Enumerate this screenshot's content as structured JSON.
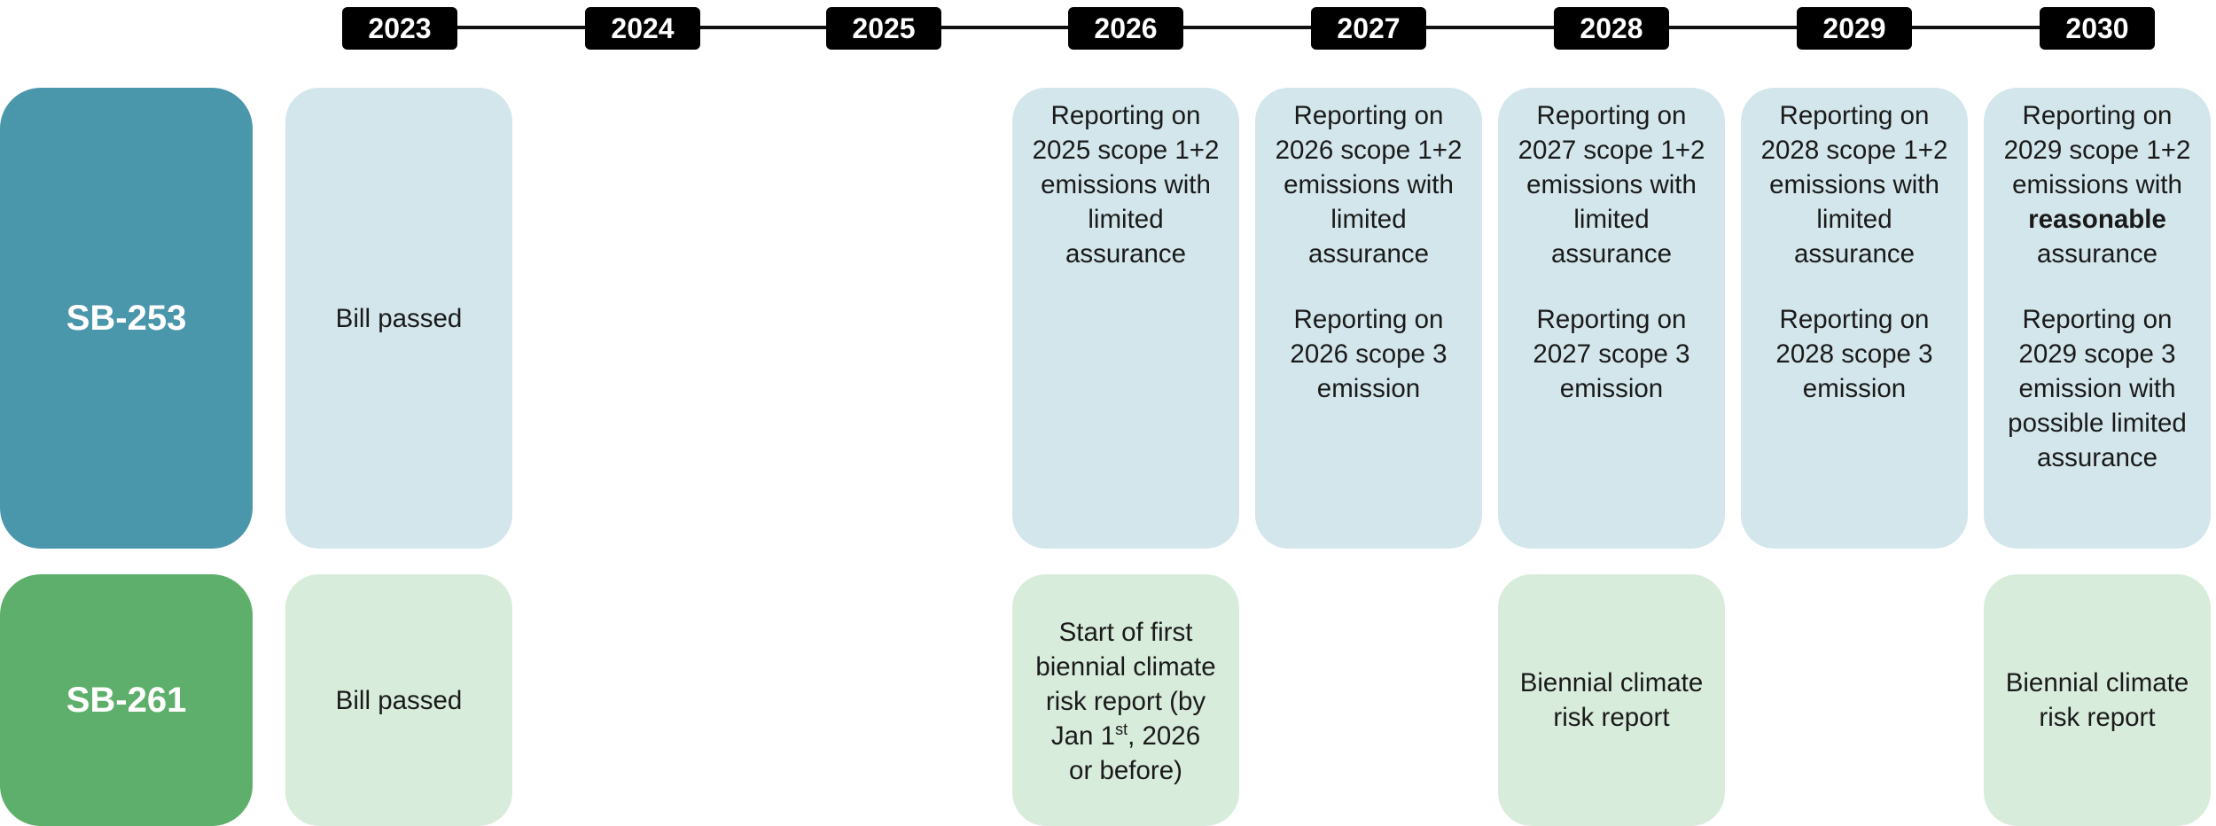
{
  "timeline": {
    "years": [
      "2023",
      "2024",
      "2025",
      "2026",
      "2027",
      "2028",
      "2029",
      "2030"
    ]
  },
  "rows": {
    "sb253": {
      "label": "SB-253",
      "color": "#4a96ab",
      "cells": {
        "y2023": "Bill passed",
        "y2026": "Reporting on\n2025 scope 1+2\nemissions with\nlimited\nassurance",
        "y2027": {
          "a": "Reporting on\n2026 scope 1+2\nemissions with\nlimited\nassurance",
          "b": "Reporting on\n2026 scope 3\nemission"
        },
        "y2028": {
          "a": "Reporting on\n2027 scope 1+2\nemissions with\nlimited\nassurance",
          "b": "Reporting on\n2027 scope 3\nemission"
        },
        "y2029": {
          "a": "Reporting on\n2028 scope 1+2\nemissions with\nlimited\nassurance",
          "b": "Reporting on\n2028 scope 3\nemission"
        },
        "y2030": {
          "a1": "Reporting on\n2029 scope 1+2\nemissions with",
          "a_bold": "reasonable",
          "a2": "assurance",
          "b": "Reporting on\n2029 scope 3\nemission with\npossible limited\nassurance"
        }
      }
    },
    "sb261": {
      "label": "SB-261",
      "color": "#5eaf6b",
      "cells": {
        "y2023": "Bill passed",
        "y2026": {
          "part1": "Start of first\nbiennial climate\nrisk report (by\nJan 1",
          "sup": "st",
          "part2": ", 2026\nor before)"
        },
        "y2028": "Biennial climate\nrisk report",
        "y2030": "Biennial climate\nrisk report"
      }
    }
  },
  "colors": {
    "sb253_cell": "#d3e6ec",
    "sb261_cell": "#d8ecdc",
    "badge": "#000000"
  }
}
